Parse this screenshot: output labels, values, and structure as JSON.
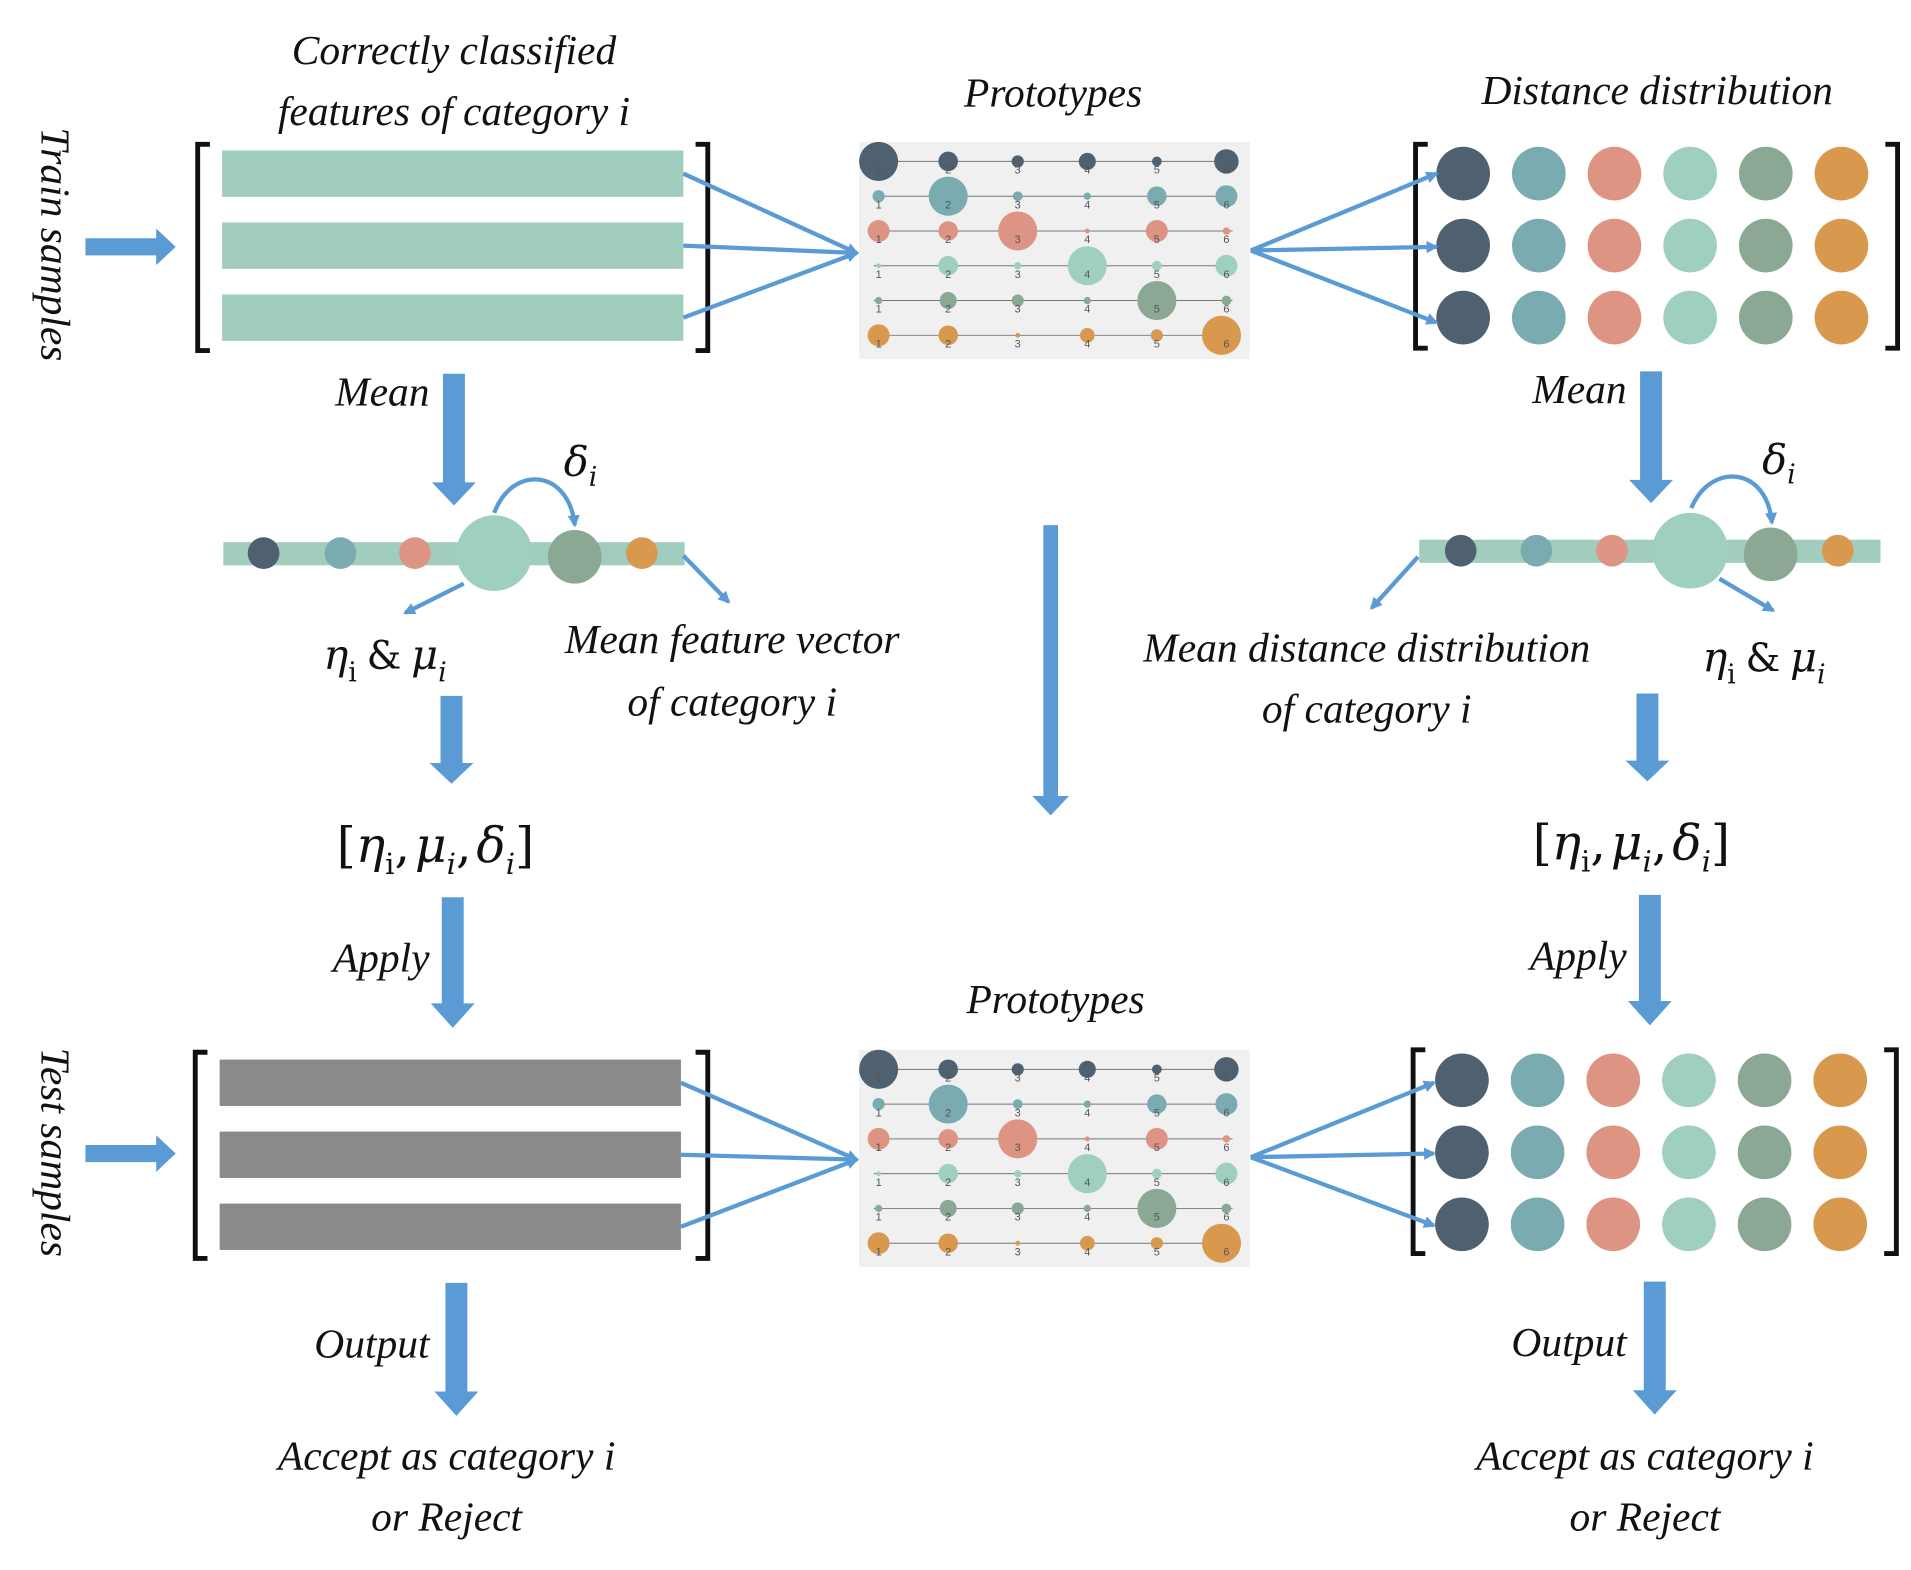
{
  "labels": {
    "train_samples": "Train samples",
    "test_samples": "Test samples",
    "correct_line1": "Correctly classified",
    "correct_line2": "features of category i",
    "prototypes_top": "Prototypes",
    "prototypes_bottom": "Prototypes",
    "distance_distribution": "Distance distribution",
    "mean_left": "Mean",
    "mean_right": "Mean",
    "mean_feature_line1": "Mean feature vector",
    "mean_feature_line2": "of category i",
    "mean_distance_line1": "Mean distance distribution",
    "mean_distance_line2": "of category i",
    "apply_left": "Apply",
    "apply_right": "Apply",
    "output_left": "Output",
    "output_right": "Output",
    "accept_left_line1": "Accept as category i",
    "accept_left_line2": "or Reject",
    "accept_right_line1": "Accept as category i",
    "accept_right_line2": "or Reject"
  },
  "math": {
    "delta": "δ",
    "eta": "η",
    "mu": "μ",
    "sub_i_roman": "i",
    "sub_i": "i",
    "amp": "&",
    "lbracket": "[",
    "rbracket": "]",
    "comma": ","
  },
  "prototype_ticks": [
    "1",
    "2",
    "3",
    "4",
    "5",
    "6"
  ],
  "colors": {
    "c1": "#4f6070",
    "c2": "#7aabb1",
    "c3": "#de9482",
    "c4": "#9fcfbd",
    "c5": "#8ba895",
    "c6": "#d8994e",
    "train_bar": "#a0cdbd",
    "test_bar": "#8a8a8a",
    "arrow": "#5b9bd5",
    "proto_bg": "#f0f0f0"
  }
}
